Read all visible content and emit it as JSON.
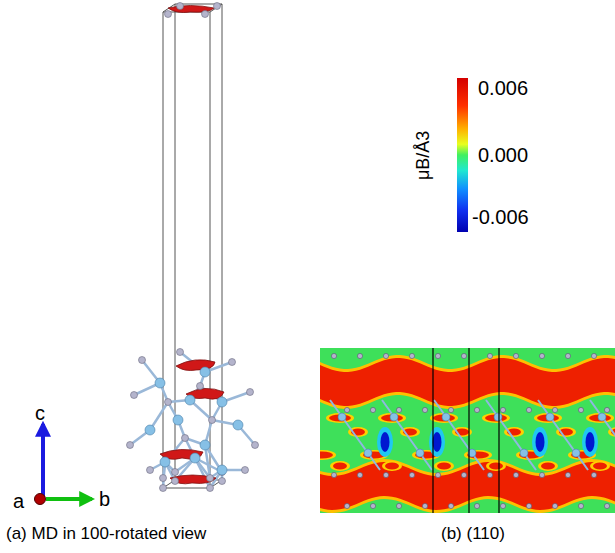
{
  "diagram": {
    "labels": [
      "0.006",
      "0.000",
      "-0.006",
      "μB/Å3",
      "c",
      "a",
      "b",
      "(a) MD in 100-rotated view",
      "(b) (110)"
    ]
  }
}
